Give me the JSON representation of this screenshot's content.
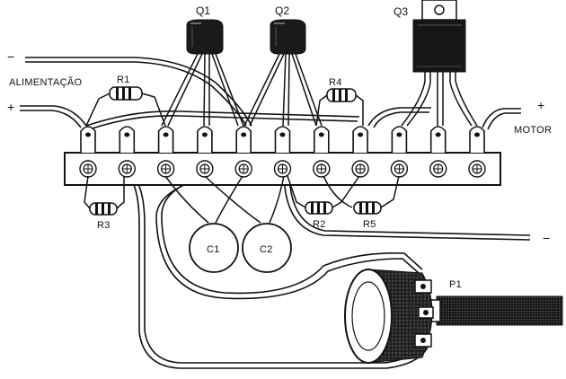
{
  "diagram": {
    "labels": {
      "alimentacao": "ALIMENTAÇÃO",
      "motor": "MOTOR",
      "plus_left": "+",
      "minus_left": "−",
      "plus_right": "+",
      "minus_right": "−"
    },
    "components": {
      "q1": "Q1",
      "q2": "Q2",
      "q3": "Q3",
      "r1": "R1",
      "r2": "R2",
      "r3": "R3",
      "r4": "R4",
      "r5": "R5",
      "c1": "C1",
      "c2": "C2",
      "p1": "P1"
    },
    "terminal_strip": {
      "terminal_count": 11
    },
    "colors": {
      "ink": "#111111",
      "paper": "#ffffff"
    }
  }
}
